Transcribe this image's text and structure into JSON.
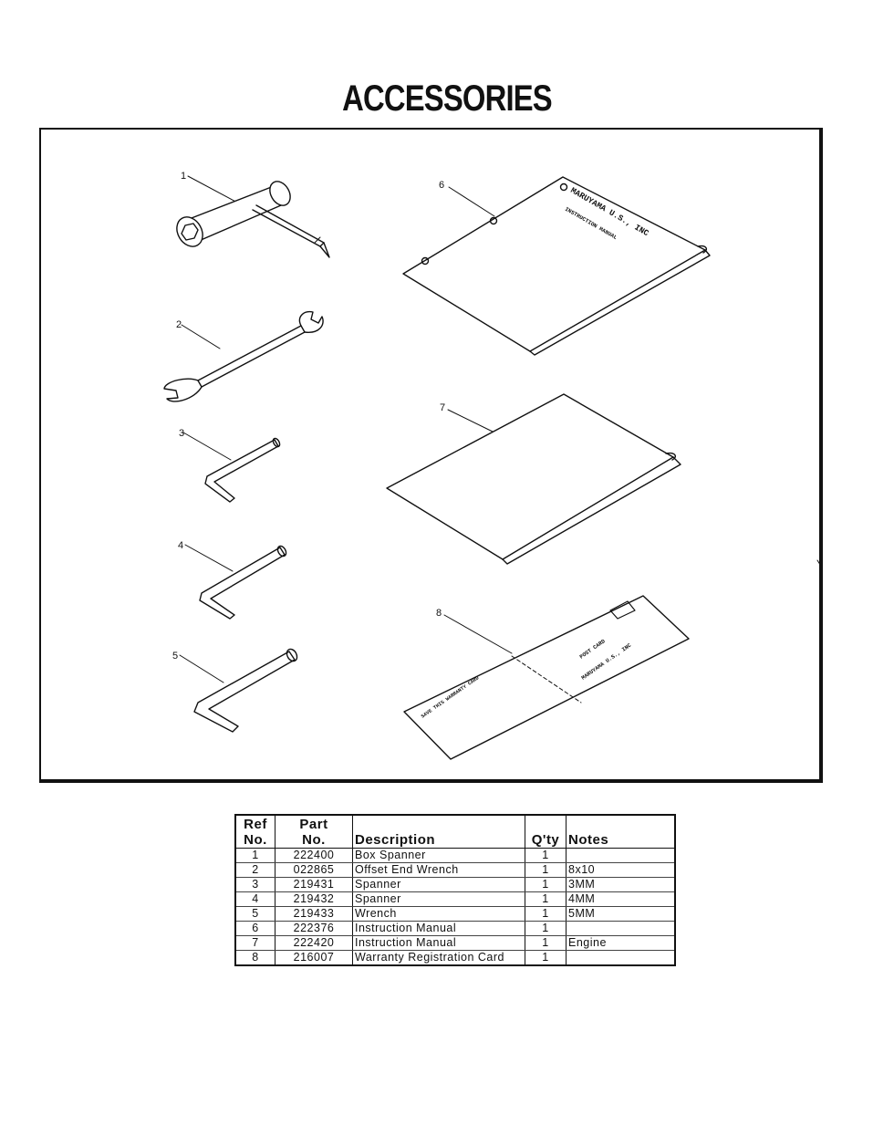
{
  "page": {
    "title": "ACCESSORIES"
  },
  "figure": {
    "callouts": [
      "1",
      "2",
      "3",
      "4",
      "5",
      "6",
      "7",
      "8"
    ],
    "manual_cover_text": [
      "MARUYAMA U.S., INC",
      "INSTRUCTION MANUAL"
    ],
    "postcard_text": [
      "POST CARD",
      "MARUYAMA U.S., INC",
      "SAVE THIS WARRANTY CARD"
    ]
  },
  "table": {
    "headers": {
      "ref": [
        "Ref",
        "No."
      ],
      "part": [
        "Part",
        "No."
      ],
      "description": "Description",
      "qty": "Q'ty",
      "notes": "Notes"
    },
    "rows": [
      {
        "ref": "1",
        "part": "222400",
        "description": "Box Spanner",
        "qty": "1",
        "notes": ""
      },
      {
        "ref": "2",
        "part": "022865",
        "description": "Offset End Wrench",
        "qty": "1",
        "notes": "8x10"
      },
      {
        "ref": "3",
        "part": "219431",
        "description": "Spanner",
        "qty": "1",
        "notes": "3MM"
      },
      {
        "ref": "4",
        "part": "219432",
        "description": "Spanner",
        "qty": "1",
        "notes": "4MM"
      },
      {
        "ref": "5",
        "part": "219433",
        "description": "Wrench",
        "qty": "1",
        "notes": "5MM"
      },
      {
        "ref": "6",
        "part": "222376",
        "description": "Instruction Manual",
        "qty": "1",
        "notes": ""
      },
      {
        "ref": "7",
        "part": "222420",
        "description": "Instruction Manual",
        "qty": "1",
        "notes": "Engine"
      },
      {
        "ref": "8",
        "part": "216007",
        "description": "Warranty Registration Card",
        "qty": "1",
        "notes": ""
      }
    ]
  }
}
